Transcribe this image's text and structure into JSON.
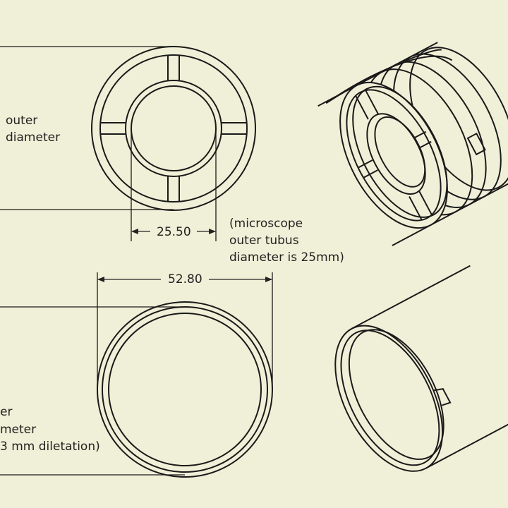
{
  "top_view": {
    "inner_dimension": "25.50",
    "note_lines": [
      "(microscope",
      "outer tubus",
      "diameter is 25mm)"
    ],
    "side_label_lines": [
      "outer",
      "diameter"
    ]
  },
  "bottom_view": {
    "outer_dimension": "52.80",
    "side_label_lines": [
      "er",
      "meter",
      "3 mm diletation)"
    ]
  }
}
